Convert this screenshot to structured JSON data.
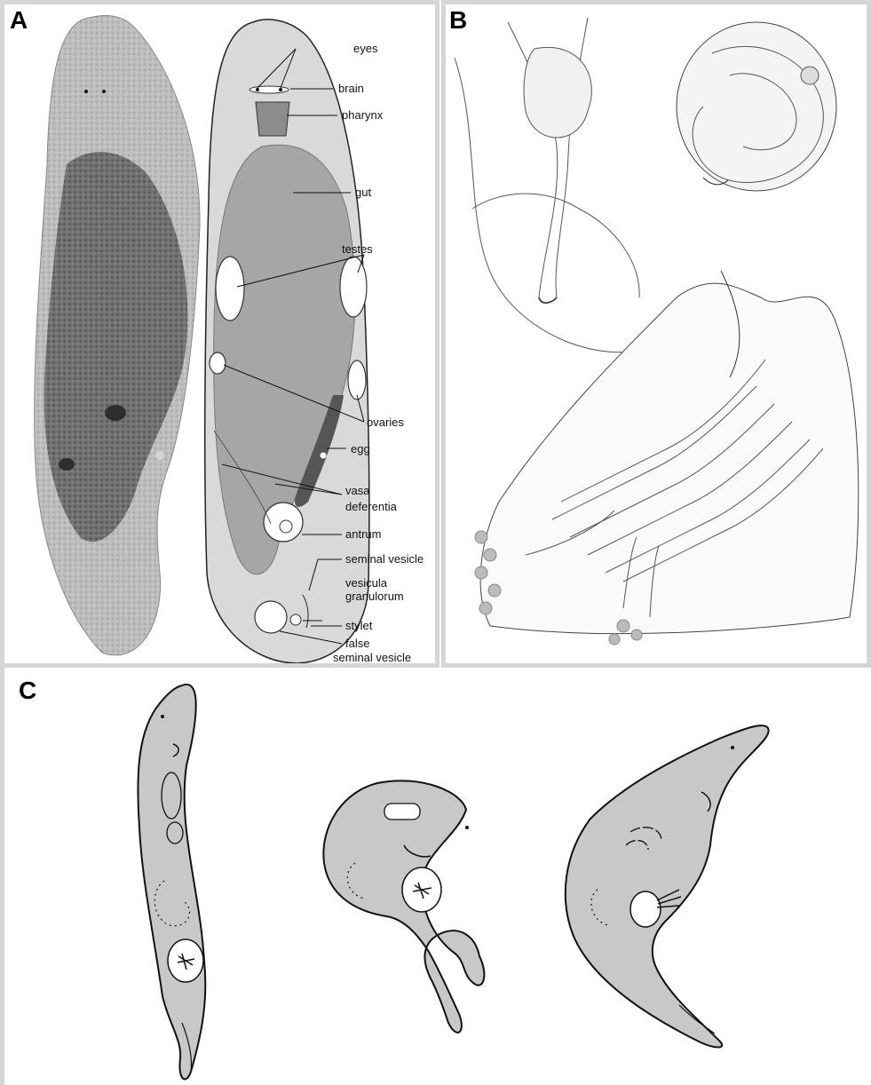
{
  "panels": {
    "a": {
      "letter": "A",
      "labels": {
        "eyes": "eyes",
        "brain": "brain",
        "pharynx": "pharynx",
        "gut": "gut",
        "testes": "testes",
        "ovaries": "ovaries",
        "egg": "egg",
        "vasa_deferentia_1": "vasa",
        "vasa_deferentia_2": "deferentia",
        "antrum": "antrum",
        "seminal_vesicle": "seminal vesicle",
        "vesicula_granulorum_1": "vesicula",
        "vesicula_granulorum_2": "granulorum",
        "stylet": "stylet",
        "false_seminal_vesicle_1": "false",
        "false_seminal_vesicle_2": "seminal vesicle"
      }
    },
    "b": {
      "letter": "B"
    },
    "c": {
      "letter": "C"
    }
  },
  "colors": {
    "body_fill": "#c8c8c8",
    "body_outline": "#d9d9d9",
    "gut_fill": "#a6a6a6",
    "egg_fill": "#555555",
    "photo_dark": "#555555",
    "panel_border": "#d6d6d6"
  }
}
